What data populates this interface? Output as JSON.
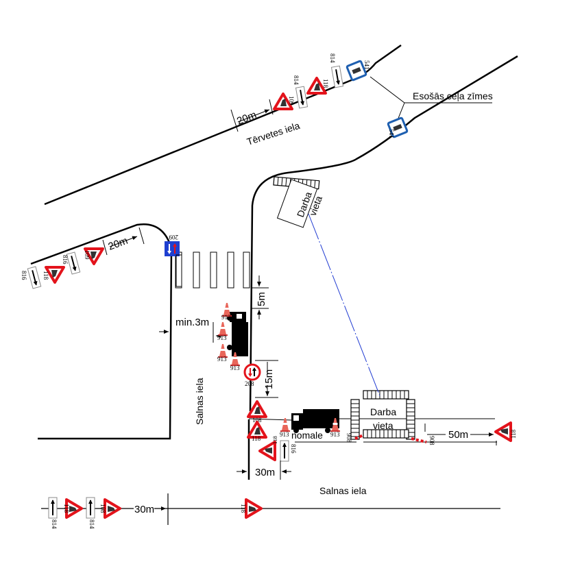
{
  "streets": {
    "tervetes": "Tērvetes iela",
    "salnas_vertical": "Salnas iela",
    "salnas_bottom": "Salnas iela"
  },
  "labels": {
    "existing_signs": "Esošās ceļa zīmes",
    "work_zone_1": [
      "Darba",
      "vieta"
    ],
    "work_zone_2": [
      "Darba",
      "vieta"
    ],
    "shoulder": "nomale"
  },
  "dimensions": {
    "tervetes_20m": "20m",
    "left_20m": "20m",
    "min_3m": "min.3m",
    "five_m": "5m",
    "fifteen_m": "15m",
    "thirty_m_right": "30m",
    "fifty_m": "50m",
    "thirty_m_bottom": "30m"
  },
  "sign_codes": {
    "tervetes_109": "109",
    "tervetes_814a": "814",
    "tervetes_118": "118",
    "tervetes_814b": "814",
    "existing_541a": "541",
    "existing_541b": "541",
    "left_816a": "816",
    "left_118": "118",
    "left_816b": "816",
    "left_109": "109",
    "sign_209": "209",
    "cone_1": "913",
    "cone_2": "913",
    "cone_3": "913",
    "cone_4": "913",
    "sign_208": "208",
    "sign_108": "108",
    "sign_118_mid": "118",
    "sign_118_lower": "118",
    "sign_816_lower": "816",
    "cone_5": "913",
    "cone_6": "913",
    "barrier_908a": "908",
    "barrier_908b": "908",
    "right_118": "118",
    "bottom_814a": "814",
    "bottom_118a": "118",
    "bottom_814b": "814",
    "bottom_108": "108",
    "bottom_118b": "118"
  },
  "colors": {
    "sign_red": "#e3131b",
    "sign_blue": "#1e5fb0",
    "route_line": "#1f3ad1"
  }
}
